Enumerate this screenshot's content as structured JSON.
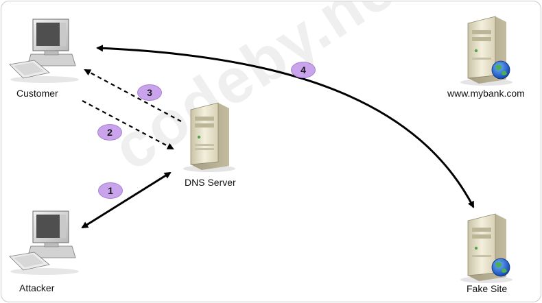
{
  "watermark": "codeby.net",
  "nodes": {
    "customer": "Customer",
    "attacker": "Attacker",
    "dns_server": "DNS Server",
    "bank": "www.mybank.com",
    "fake_site": "Fake Site"
  },
  "steps": [
    "1",
    "2",
    "3",
    "4"
  ],
  "colors": {
    "badge": "#c9a3ec",
    "arrow": "#000000"
  }
}
